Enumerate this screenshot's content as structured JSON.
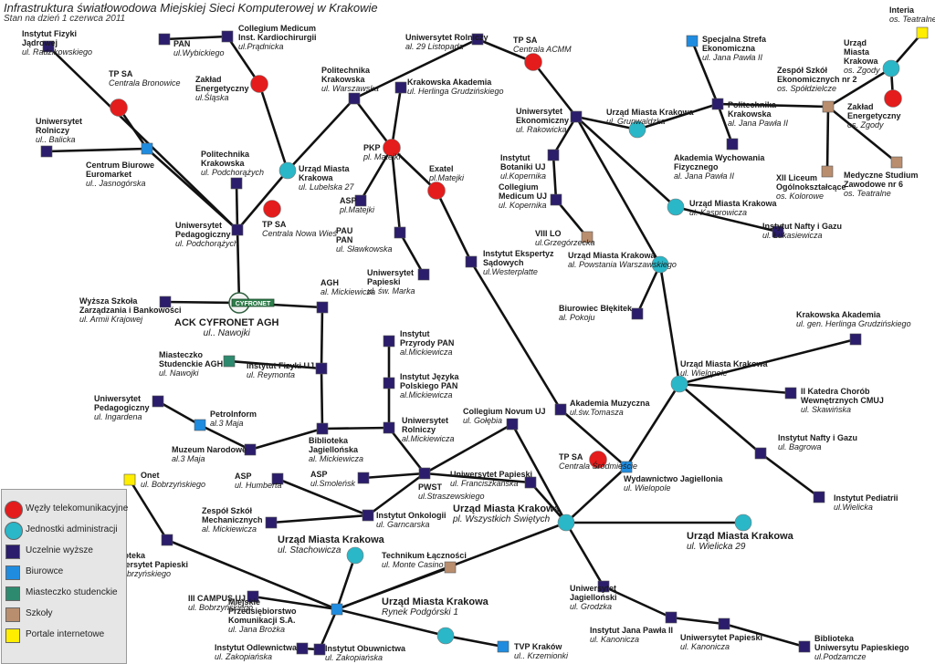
{
  "header": {
    "title": "Infrastruktura światłowodowa Miejskiej Sieci Komputerowej w Krakowie",
    "subtitle": "Stan na dzień 1 czerwca 2011"
  },
  "colors": {
    "telecom": "#e41c1c",
    "admin": "#2ab7c8",
    "university": "#2b1d6b",
    "office": "#1f8ce0",
    "campus": "#2e8a6e",
    "school": "#b98e6f",
    "portal": "#ffee00",
    "line": "#111111"
  },
  "legend": [
    {
      "type": "telecom",
      "label": "Węzły telekomunikacyjne"
    },
    {
      "type": "admin",
      "label": "Jednostki administracji"
    },
    {
      "type": "university",
      "label": "Uczelnie wyższe"
    },
    {
      "type": "office",
      "label": "Biurowce"
    },
    {
      "type": "campus",
      "label": "Miasteczko studenckie"
    },
    {
      "type": "school",
      "label": "Szkoły"
    },
    {
      "type": "portal",
      "label": "Portale internetowe"
    }
  ],
  "cyfronet": {
    "logo": "CYFRONET",
    "name": "ACK CYFRONET AGH",
    "address": "ul.. Nawojki"
  },
  "nodes": [
    {
      "id": "ifj",
      "type": "university",
      "name": [
        "Instytut Fizyki",
        "Jądrowej"
      ],
      "addr": "ul. Radzikowskiego"
    },
    {
      "id": "pan",
      "type": "university",
      "name": [
        "PAN"
      ],
      "addr": "ul.Wybickiego"
    },
    {
      "id": "cm_kard",
      "type": "university",
      "name": [
        "Collegium Medicum",
        "Inst. Kardiochirurgii"
      ],
      "addr": "ul.Prądnicka"
    },
    {
      "id": "ur_top",
      "type": "university",
      "name": [
        "Uniwersytet Rolniczy"
      ],
      "addr": "al. 29 Listopada"
    },
    {
      "id": "tp_acmm",
      "type": "telecom",
      "name": [
        "TP SA"
      ],
      "addr": "Centrala ACMM"
    },
    {
      "id": "sse",
      "type": "office",
      "name": [
        "Specjalna Strefa",
        "Ekonomiczna"
      ],
      "addr": "ul. Jana Pawła II"
    },
    {
      "id": "interia",
      "type": "portal",
      "name": [
        "Interia"
      ],
      "addr": "os. Teatralne"
    },
    {
      "id": "umk_zgody",
      "type": "admin",
      "name": [
        "Urząd",
        "Miasta",
        "Krakowa"
      ],
      "addr": "os. Zgody"
    },
    {
      "id": "ze_zgody",
      "type": "telecom",
      "name": [
        "Zakład",
        "Energetyczny"
      ],
      "addr": "os. Zgody"
    },
    {
      "id": "tp_bron",
      "type": "telecom",
      "name": [
        "TP SA"
      ],
      "addr": "Centrala Bronowice"
    },
    {
      "id": "ze_slaska",
      "type": "telecom",
      "name": [
        "Zakład",
        "Energetyczny"
      ],
      "addr": "ul.Śląska"
    },
    {
      "id": "pk_warsz",
      "type": "university",
      "name": [
        "Politechnika",
        "Krakowska"
      ],
      "addr": "ul. Warszawska"
    },
    {
      "id": "ka_herl",
      "type": "university",
      "name": [
        "Krakowska Akademia"
      ],
      "addr": "ul. Herlinga Grudzińskiego"
    },
    {
      "id": "ue",
      "type": "university",
      "name": [
        "Uniwersytet",
        "Ekonomiczny"
      ],
      "addr": "ul. Rakowicka"
    },
    {
      "id": "umk_grun",
      "type": "admin",
      "name": [
        "Urząd Miasta Krakowa"
      ],
      "addr": "ul. Grunwaldzka"
    },
    {
      "id": "pk_jp2",
      "type": "university",
      "name": [
        "Politechnika",
        "Krakowska"
      ],
      "addr": "al. Jana Pawła II"
    },
    {
      "id": "zse2",
      "type": "school",
      "name": [
        "Zespół Szkół",
        "Ekonomicznych nr 2"
      ],
      "addr": "os. Spółdzielcze"
    },
    {
      "id": "ur_balicka",
      "type": "university",
      "name": [
        "Uniwersytet",
        "Rolniczy"
      ],
      "addr": "ul.. Balicka"
    },
    {
      "id": "euromarket",
      "type": "office",
      "name": [
        "Centrum Biurowe",
        "Euromarket"
      ],
      "addr": "ul.. Jasnogórska"
    },
    {
      "id": "pk_podch",
      "type": "university",
      "name": [
        "Politechnika",
        "Krakowska"
      ],
      "addr": "ul. Podchorążych"
    },
    {
      "id": "umk_lub",
      "type": "admin",
      "name": [
        "Urząd Miasta",
        "Krakowa"
      ],
      "addr": "ul. Lubelska 27"
    },
    {
      "id": "pkp",
      "type": "telecom",
      "name": [
        "PKP"
      ],
      "addr": "pl. Matejki"
    },
    {
      "id": "exatel",
      "type": "telecom",
      "name": [
        "Exatel"
      ],
      "addr": "pl.Matejki"
    },
    {
      "id": "ib_uj",
      "type": "university",
      "name": [
        "Instytut",
        "Botaniki UJ"
      ],
      "addr": "ul.Kopernika"
    },
    {
      "id": "cm_kop",
      "type": "university",
      "name": [
        "Collegium",
        "Medicum UJ"
      ],
      "addr": "ul. Kopernika"
    },
    {
      "id": "awf",
      "type": "university",
      "name": [
        "Akademia Wychowania",
        "Fizycznego"
      ],
      "addr": "al. Jana Pawła II"
    },
    {
      "id": "xii_lo",
      "type": "school",
      "name": [
        "XII Liceum",
        "Ogólnokształcące"
      ],
      "addr": "os. Kolorowe"
    },
    {
      "id": "msz6",
      "type": "school",
      "name": [
        "Medyczne Studium",
        "Zawodowe nr 6"
      ],
      "addr": "os. Teatralne"
    },
    {
      "id": "up_podch",
      "type": "university",
      "name": [
        "Uniwersytet",
        "Pedagogiczny"
      ],
      "addr": "ul. Podchorążych"
    },
    {
      "id": "tp_nw",
      "type": "telecom",
      "name": [
        "TP SA"
      ],
      "addr": "Centrala Nowa Wieś"
    },
    {
      "id": "asp_mat",
      "type": "university",
      "name": [
        "ASP"
      ],
      "addr": "pl.Matejki"
    },
    {
      "id": "pau",
      "type": "university",
      "name": [
        "PAU",
        "PAN"
      ],
      "addr": "ul. Sławkowska"
    },
    {
      "id": "viii_lo",
      "type": "school",
      "name": [
        "VIII LO"
      ],
      "addr": "ul.Grzegórzecka"
    },
    {
      "id": "umk_kasp",
      "type": "admin",
      "name": [
        "Urząd Miasta Krakowa"
      ],
      "addr": "ul. Kasprowicza"
    },
    {
      "id": "inig1",
      "type": "university",
      "name": [
        "Instytut Nafty i Gazu"
      ],
      "addr": "ul. Łukasiewicza"
    },
    {
      "id": "ies",
      "type": "university",
      "name": [
        "Instytut Ekspertyz",
        "Sądowych"
      ],
      "addr": "ul.Westerplatte"
    },
    {
      "id": "umk_pow",
      "type": "admin",
      "name": [
        "Urząd Miasta Krakowa"
      ],
      "addr": "al. Powstania Warszawskiego"
    },
    {
      "id": "up_marka",
      "type": "university",
      "name": [
        "Uniwersytet",
        "Papieski"
      ],
      "addr": "ul. św. Marka"
    },
    {
      "id": "wszib",
      "type": "university",
      "name": [
        "Wyższa Szkoła",
        "Zarządzania i Bankowości"
      ],
      "addr": "ul. Armii Krajowej"
    },
    {
      "id": "cyf",
      "type": "cyfronet"
    },
    {
      "id": "agh",
      "type": "university",
      "name": [
        "AGH"
      ],
      "addr": "al. Mickiewicza"
    },
    {
      "id": "blekitek",
      "type": "university",
      "name": [
        "Biurowiec Błękitek"
      ],
      "addr": "al. Pokoju"
    },
    {
      "id": "ka_herl2",
      "type": "university",
      "name": [
        "Krakowska Akademia"
      ],
      "addr": "ul. gen. Herlinga Grudzińskiego"
    },
    {
      "id": "ms_agh",
      "type": "campus",
      "name": [
        "Miasteczko",
        "Studenckie AGH"
      ],
      "addr": "ul. Nawojki"
    },
    {
      "id": "ifuj",
      "type": "university",
      "name": [
        "Instytut Fizyki UJ"
      ],
      "addr": "ul. Reymonta"
    },
    {
      "id": "ip_pan",
      "type": "university",
      "name": [
        "Instytut",
        "Przyrody PAN"
      ],
      "addr": "al.Mickiewicza"
    },
    {
      "id": "ijp_pan",
      "type": "university",
      "name": [
        "Instytut Języka",
        "Polskiego PAN"
      ],
      "addr": "al.Mickiewicza"
    },
    {
      "id": "umk_wiel",
      "type": "admin",
      "name": [
        "Urząd Miasta Krakowa"
      ],
      "addr": "ul. Wielopole"
    },
    {
      "id": "iikch",
      "type": "university",
      "name": [
        "II Katedra Chorób",
        "Wewnętrznych CMUJ"
      ],
      "addr": "ul. Skawińska"
    },
    {
      "id": "up_ing",
      "type": "university",
      "name": [
        "Uniwersytet",
        "Pedagogiczny"
      ],
      "addr": "ul. Ingardena"
    },
    {
      "id": "petro",
      "type": "office",
      "name": [
        "PetroInform"
      ],
      "addr": "al.3 Maja"
    },
    {
      "id": "mn",
      "type": "university",
      "name": [
        "Muzeum Narodowe"
      ],
      "addr": "al.3 Maja"
    },
    {
      "id": "bj",
      "type": "university",
      "name": [
        "Biblioteka",
        "Jagiellońska"
      ],
      "addr": "al. Mickiewicza"
    },
    {
      "id": "ur_mick",
      "type": "university",
      "name": [
        "Uniwersytet",
        "Rolniczy"
      ],
      "addr": "al.Mickiewicza"
    },
    {
      "id": "cn_uj",
      "type": "university",
      "name": [
        "Collegium Novum UJ"
      ],
      "addr": "ul. Gołębia"
    },
    {
      "id": "am",
      "type": "university",
      "name": [
        "Akademia Muzyczna"
      ],
      "addr": "ul.św.Tomasza"
    },
    {
      "id": "inig2",
      "type": "university",
      "name": [
        "Instytut Nafty i Gazu"
      ],
      "addr": "ul. Bagrowa"
    },
    {
      "id": "onet",
      "type": "portal",
      "name": [
        "Onet"
      ],
      "addr": "ul. Bobrzyńskiego"
    },
    {
      "id": "asp_hum",
      "type": "university",
      "name": [
        "ASP"
      ],
      "addr": "ul. Humberta"
    },
    {
      "id": "asp_smol",
      "type": "university",
      "name": [
        "ASP"
      ],
      "addr": "ul.Smoleńsk"
    },
    {
      "id": "pwst",
      "type": "university",
      "name": [
        "PWST"
      ],
      "addr": "ul.Straszewskiego"
    },
    {
      "id": "up_fran",
      "type": "university",
      "name": [
        "Uniwersytet Papieski"
      ],
      "addr": "ul. Franciszkańska"
    },
    {
      "id": "tp_srod",
      "type": "telecom",
      "name": [
        "TP SA"
      ],
      "addr": "Centrala Śródmieście"
    },
    {
      "id": "wyd_jag",
      "type": "office",
      "name": [
        "Wydawnictwo Jagiellonia"
      ],
      "addr": "ul. Wielopole"
    },
    {
      "id": "ip",
      "type": "university",
      "name": [
        "Instytut Pediatrii"
      ],
      "addr": "ul.Wielicka"
    },
    {
      "id": "zsm",
      "type": "university",
      "name": [
        "Zespół Szkół",
        "Mechanicznych"
      ],
      "addr": "al. Mickiewicza"
    },
    {
      "id": "io",
      "type": "university",
      "name": [
        "Instytut Onkologii"
      ],
      "addr": "ul. Garncarska"
    },
    {
      "id": "umk_pwsw",
      "type": "admin",
      "name": [
        "Urząd Miasta Krakowa"
      ],
      "addr": "pl. Wszystkich Świętych"
    },
    {
      "id": "umk_wiel29",
      "type": "admin",
      "name": [
        "Urząd Miasta Krakowa"
      ],
      "addr": "ul. Wielicka 29"
    },
    {
      "id": "bup_bob",
      "type": "university",
      "name": [
        "Biblioteka",
        "Uniwersytet Papieski"
      ],
      "addr": "ul. Bobrzyńskiego"
    },
    {
      "id": "umk_stach",
      "type": "admin",
      "name": [
        "Urząd Miasta Krakowa"
      ],
      "addr": "ul. Stachowicza"
    },
    {
      "id": "tl",
      "type": "school",
      "name": [
        "Technikum Łączności"
      ],
      "addr": "ul. Monte Casino"
    },
    {
      "id": "iii_campus",
      "type": "university",
      "name": [
        "III CAMPUS UJ"
      ],
      "addr": "ul. Bobrzyńskiego"
    },
    {
      "id": "mpk",
      "type": "office",
      "name": [
        "Miejskie",
        "Przedsiębiorstwo",
        "Komunikacji S.A."
      ],
      "addr": "ul. Jana Brożka"
    },
    {
      "id": "umk_rynek",
      "type": "admin",
      "name": [
        "Urząd Miasta Krakowa"
      ],
      "addr": "Rynek Podgórski 1"
    },
    {
      "id": "uj_grodzka",
      "type": "university",
      "name": [
        "Uniwersytet",
        "Jagielloński"
      ],
      "addr": "ul. Grodzka"
    },
    {
      "id": "ijp2",
      "type": "university",
      "name": [
        "Instytut Jana Pawła II"
      ],
      "addr": "ul. Kanonicza"
    },
    {
      "id": "up_kan",
      "type": "university",
      "name": [
        "Uniwersytet Papieski"
      ],
      "addr": "ul. Kanonicza"
    },
    {
      "id": "bup_podz",
      "type": "university",
      "name": [
        "Biblioteka",
        "Uniwersytu Papieskiego"
      ],
      "addr": "ul.Podzamcze"
    },
    {
      "id": "iod",
      "type": "university",
      "name": [
        "Instytut Odlewnictwa"
      ],
      "addr": "ul. Zakopiańska"
    },
    {
      "id": "iob",
      "type": "university",
      "name": [
        "Instytut Obuwnictwa"
      ],
      "addr": "ul. Zakopiańska"
    },
    {
      "id": "tvp",
      "type": "office",
      "name": [
        "TVP Kraków"
      ],
      "addr": "ul.. Krzemionki"
    }
  ],
  "edges": [
    [
      "ifj",
      "up_podch"
    ],
    [
      "pan",
      "cm_kard"
    ],
    [
      "cm_kard",
      "ze_slaska"
    ],
    [
      "ze_slaska",
      "umk_lub"
    ],
    [
      "umk_lub",
      "pk_warsz"
    ],
    [
      "pk_warsz",
      "ur_top"
    ],
    [
      "ur_top",
      "tp_acmm"
    ],
    [
      "tp_acmm",
      "ue"
    ],
    [
      "pk_warsz",
      "pkp"
    ],
    [
      "ka_herl",
      "pkp"
    ],
    [
      "pkp",
      "asp_mat"
    ],
    [
      "pkp",
      "exatel"
    ],
    [
      "pkp",
      "pau"
    ],
    [
      "pau",
      "up_marka"
    ],
    [
      "exatel",
      "ies"
    ],
    [
      "ies",
      "am"
    ],
    [
      "am",
      "wyd_jag"
    ],
    [
      "ue",
      "umk_grun"
    ],
    [
      "umk_grun",
      "pk_jp2"
    ],
    [
      "pk_jp2",
      "awf"
    ],
    [
      "pk_jp2",
      "sse"
    ],
    [
      "pk_jp2",
      "zse2"
    ],
    [
      "zse2",
      "umk_zgody"
    ],
    [
      "umk_zgody",
      "interia"
    ],
    [
      "umk_zgody",
      "ze_zgody"
    ],
    [
      "zse2",
      "xii_lo"
    ],
    [
      "zse2",
      "msz6"
    ],
    [
      "ue",
      "ib_uj"
    ],
    [
      "ib_uj",
      "cm_kop"
    ],
    [
      "cm_kop",
      "viii_lo"
    ],
    [
      "ue",
      "umk_kasp"
    ],
    [
      "umk_kasp",
      "inig1"
    ],
    [
      "ue",
      "umk_pow"
    ],
    [
      "umk_pow",
      "blekitek"
    ],
    [
      "umk_pow",
      "umk_wiel"
    ],
    [
      "umk_wiel",
      "ka_herl2"
    ],
    [
      "umk_wiel",
      "iikch"
    ],
    [
      "umk_wiel",
      "inig2"
    ],
    [
      "inig2",
      "ip"
    ],
    [
      "umk_wiel",
      "wyd_jag"
    ],
    [
      "tp_bron",
      "euromarket"
    ],
    [
      "ur_balicka",
      "euromarket"
    ],
    [
      "euromarket",
      "up_podch"
    ],
    [
      "up_podch",
      "umk_lub"
    ],
    [
      "up_podch",
      "pk_podch"
    ],
    [
      "up_podch",
      "cyf"
    ],
    [
      "wszib",
      "cyf"
    ],
    [
      "cyf",
      "agh"
    ],
    [
      "agh",
      "ifuj"
    ],
    [
      "ms_agh",
      "ifuj"
    ],
    [
      "ifuj",
      "bj"
    ],
    [
      "up_ing",
      "petro"
    ],
    [
      "petro",
      "mn"
    ],
    [
      "mn",
      "bj"
    ],
    [
      "bj",
      "ur_mick"
    ],
    [
      "ip_pan",
      "ijp_pan"
    ],
    [
      "ijp_pan",
      "ur_mick"
    ],
    [
      "ur_mick",
      "pwst"
    ],
    [
      "pwst",
      "cn_uj"
    ],
    [
      "cn_uj",
      "umk_pwsw"
    ],
    [
      "asp_hum",
      "io"
    ],
    [
      "asp_smol",
      "pwst"
    ],
    [
      "pwst",
      "up_fran"
    ],
    [
      "pwst",
      "io"
    ],
    [
      "zsm",
      "io"
    ],
    [
      "up_fran",
      "umk_pwsw"
    ],
    [
      "wyd_jag",
      "umk_pwsw"
    ],
    [
      "umk_pwsw",
      "umk_wiel29"
    ],
    [
      "umk_pwsw",
      "mpk"
    ],
    [
      "umk_pwsw",
      "uj_grodzka"
    ],
    [
      "uj_grodzka",
      "ijp2"
    ],
    [
      "ijp2",
      "up_kan"
    ],
    [
      "up_kan",
      "bup_podz"
    ],
    [
      "onet",
      "bup_bob"
    ],
    [
      "bup_bob",
      "mpk"
    ],
    [
      "iii_campus",
      "mpk"
    ],
    [
      "umk_stach",
      "mpk"
    ],
    [
      "tl",
      "mpk"
    ],
    [
      "mpk",
      "umk_rynek"
    ],
    [
      "umk_rynek",
      "tvp"
    ],
    [
      "mpk",
      "iob"
    ],
    [
      "iod",
      "iob"
    ]
  ]
}
